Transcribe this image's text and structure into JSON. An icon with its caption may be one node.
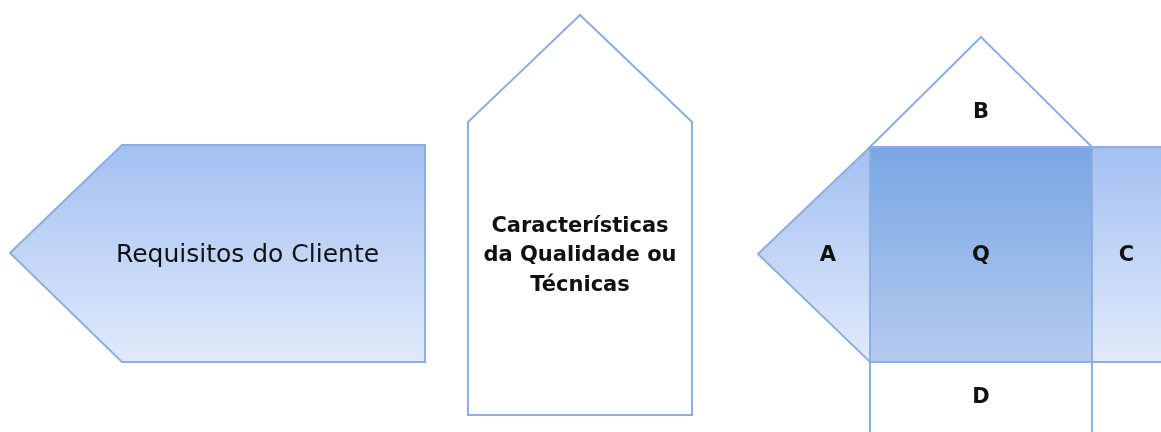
{
  "diagram": {
    "nodes": [
      {
        "text": [
          "Requisitos do Cliente"
        ]
      },
      {
        "text": [
          "Características da Qualidade ou Técnicas"
        ]
      },
      {
        "text": [
          "A"
        ]
      },
      {
        "text": [
          "B"
        ]
      },
      {
        "text": [
          "Q"
        ]
      },
      {
        "text": [
          "C"
        ]
      },
      {
        "text": [
          "D"
        ]
      }
    ]
  }
}
